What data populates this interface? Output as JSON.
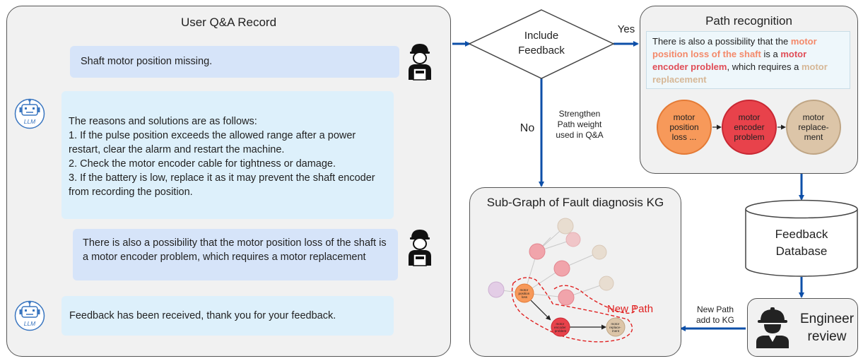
{
  "qa_panel": {
    "title": "User Q&A Record",
    "messages": [
      {
        "role": "user",
        "text": "Shaft motor position missing."
      },
      {
        "role": "llm",
        "lines": [
          "The reasons and solutions are as follows:",
          "1. If the pulse position exceeds the allowed range after a power restart, clear the alarm and restart the machine.",
          "2. Check the motor encoder cable for tightness or damage.",
          "3. If the battery is low, replace it as it may prevent the shaft encoder from recording the position."
        ]
      },
      {
        "role": "user",
        "text": "There is also a possibility that the motor position loss of the shaft is a motor encoder problem, which requires a motor replacement"
      },
      {
        "role": "llm",
        "text": "Feedback has been received, thank you for your feedback."
      }
    ],
    "llm_icon_label": "LLM"
  },
  "decision": {
    "text_line1": "Include",
    "text_line2": "Feedback",
    "yes_label": "Yes",
    "no_label": "No",
    "strengthen_line1": "Strengthen",
    "strengthen_line2": "Path weight",
    "strengthen_line3": "used in Q&A"
  },
  "path_panel": {
    "title": "Path recognition",
    "sentence": {
      "t1": "There is also a possibility that the ",
      "h1": "motor position loss of the shaft",
      "t2": " is a ",
      "h2": "motor encoder problem",
      "t3": ", which requires a ",
      "h3": "motor replacement"
    },
    "nodes": [
      {
        "line1": "motor",
        "line2": "position",
        "line3": "loss ..."
      },
      {
        "line1": "motor",
        "line2": "encoder",
        "line3": "problem"
      },
      {
        "line1": "motor",
        "line2": "replace-",
        "line3": "ment"
      }
    ]
  },
  "kg_panel": {
    "title": "Sub-Graph of Fault diagnosis KG",
    "new_path_label": "New Path",
    "nodes": [
      {
        "line1": "motor",
        "line2": "position",
        "line3": "loss"
      },
      {
        "line1": "motor",
        "line2": "encoder",
        "line3": "problem"
      },
      {
        "line1": "motor",
        "line2": "replace-",
        "line3": "ment"
      }
    ]
  },
  "database": {
    "line1": "Feedback",
    "line2": "Database"
  },
  "engineer": {
    "line1": "Engineer",
    "line2": "review"
  },
  "new_path_edge": {
    "line1": "New Path",
    "line2": "add to KG"
  },
  "colors": {
    "accent_blue": "#0d4fa8",
    "highlight_orange": "#f4896a",
    "highlight_red": "#e04d57",
    "highlight_tan": "#d6b796",
    "node_orange": "#f7995a",
    "node_red": "#e8424b",
    "node_tan": "#dcc5a8",
    "new_path_red": "#e02020"
  }
}
